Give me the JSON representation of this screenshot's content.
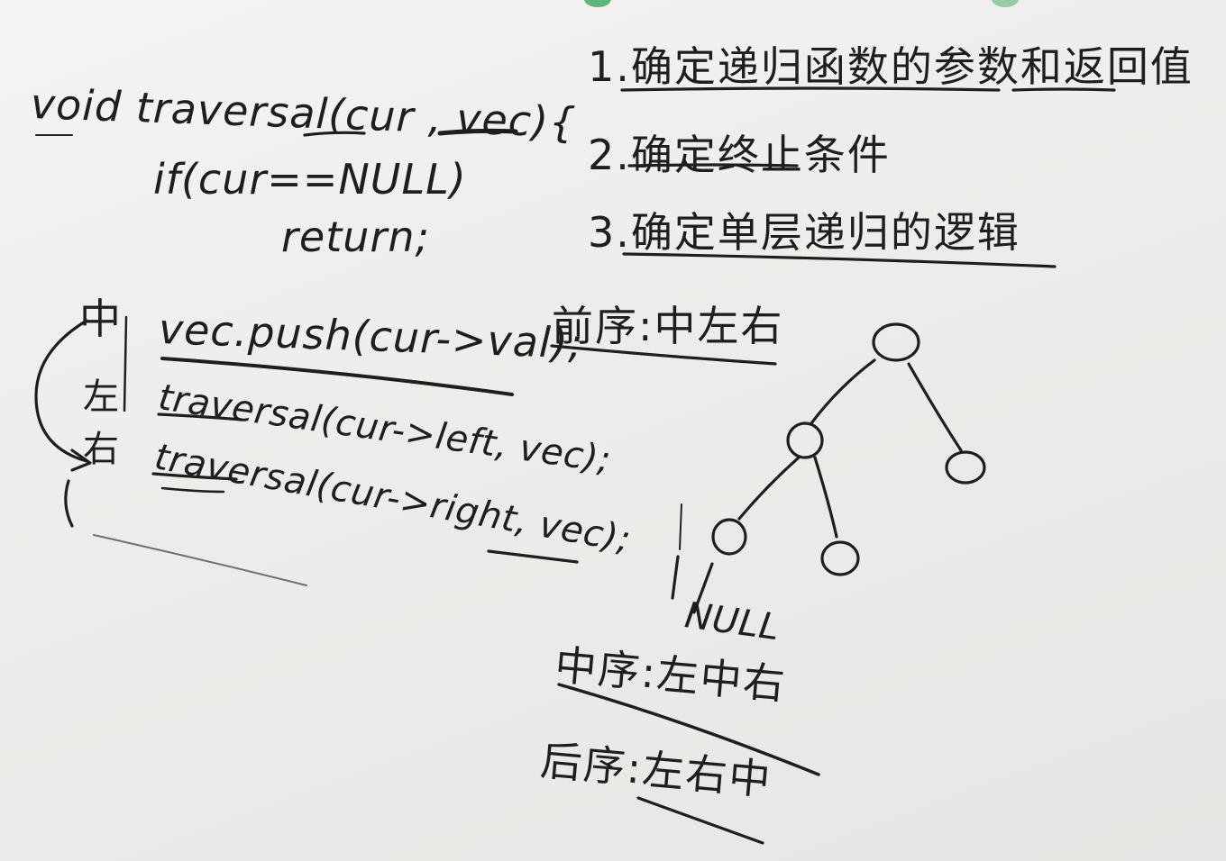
{
  "function": {
    "signature": "void traversal(cur , vec){",
    "null_check": "if(cur==NULL)",
    "return_stmt": "return;"
  },
  "steps": {
    "step1": "1.确定递归函数的参数和返回值",
    "step2": "2.确定终止条件",
    "step3": "3.确定单层递归的逻辑"
  },
  "order_labels": {
    "mid": "中",
    "left": "左",
    "right": "右"
  },
  "body": {
    "push": "vec.push(cur->val);",
    "left_call": "traversal(cur->left, vec);",
    "right_call": "traversal(cur->right, vec);"
  },
  "orders": {
    "preorder": "前序:中左右",
    "inorder": "中序:左中右",
    "postorder": "后序:左右中"
  },
  "tree": {
    "null_label": "NULL"
  },
  "colors": {
    "ink": "#1e1e1e",
    "board": "#ecedea"
  }
}
